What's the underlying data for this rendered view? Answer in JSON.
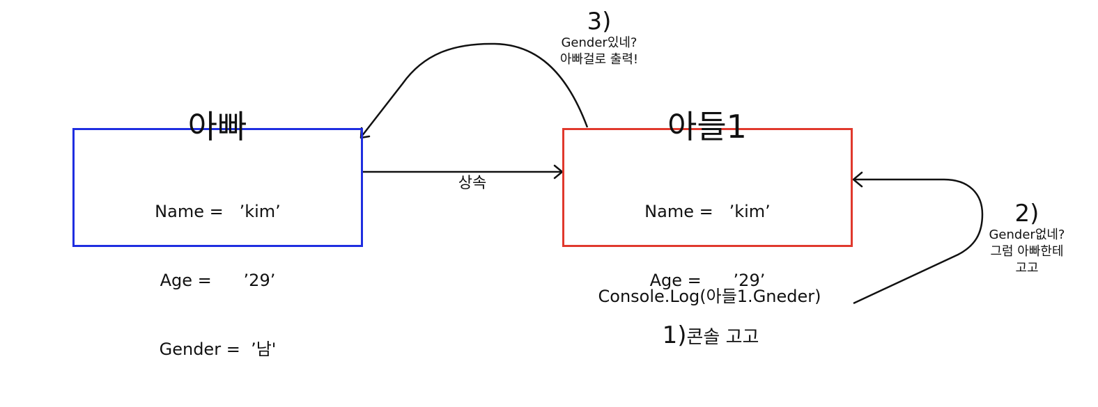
{
  "colors": {
    "parent_border": "#1f2ee0",
    "child_border": "#e0392d",
    "line": "#111111",
    "text": "#111111"
  },
  "parent": {
    "title": "아빠",
    "props": [
      "Name =   ’kim’",
      "Age =      ’29’",
      "Gender =  ’남'"
    ]
  },
  "child": {
    "title": "아들1",
    "props": [
      "Name =   ’kim’",
      "Age =      ’29’"
    ]
  },
  "inherit_label": "상속",
  "console_text": "Console.Log(아들1.Gneder)",
  "step1": {
    "num": "1)",
    "text": "콘솔 고고"
  },
  "step2": {
    "num": "2)",
    "lines": [
      "Gender없네?",
      "그럼 아빠한테",
      "고고"
    ]
  },
  "step3": {
    "num": "3)",
    "lines": [
      "Gender있네?",
      "아빠걸로 출력!"
    ]
  }
}
